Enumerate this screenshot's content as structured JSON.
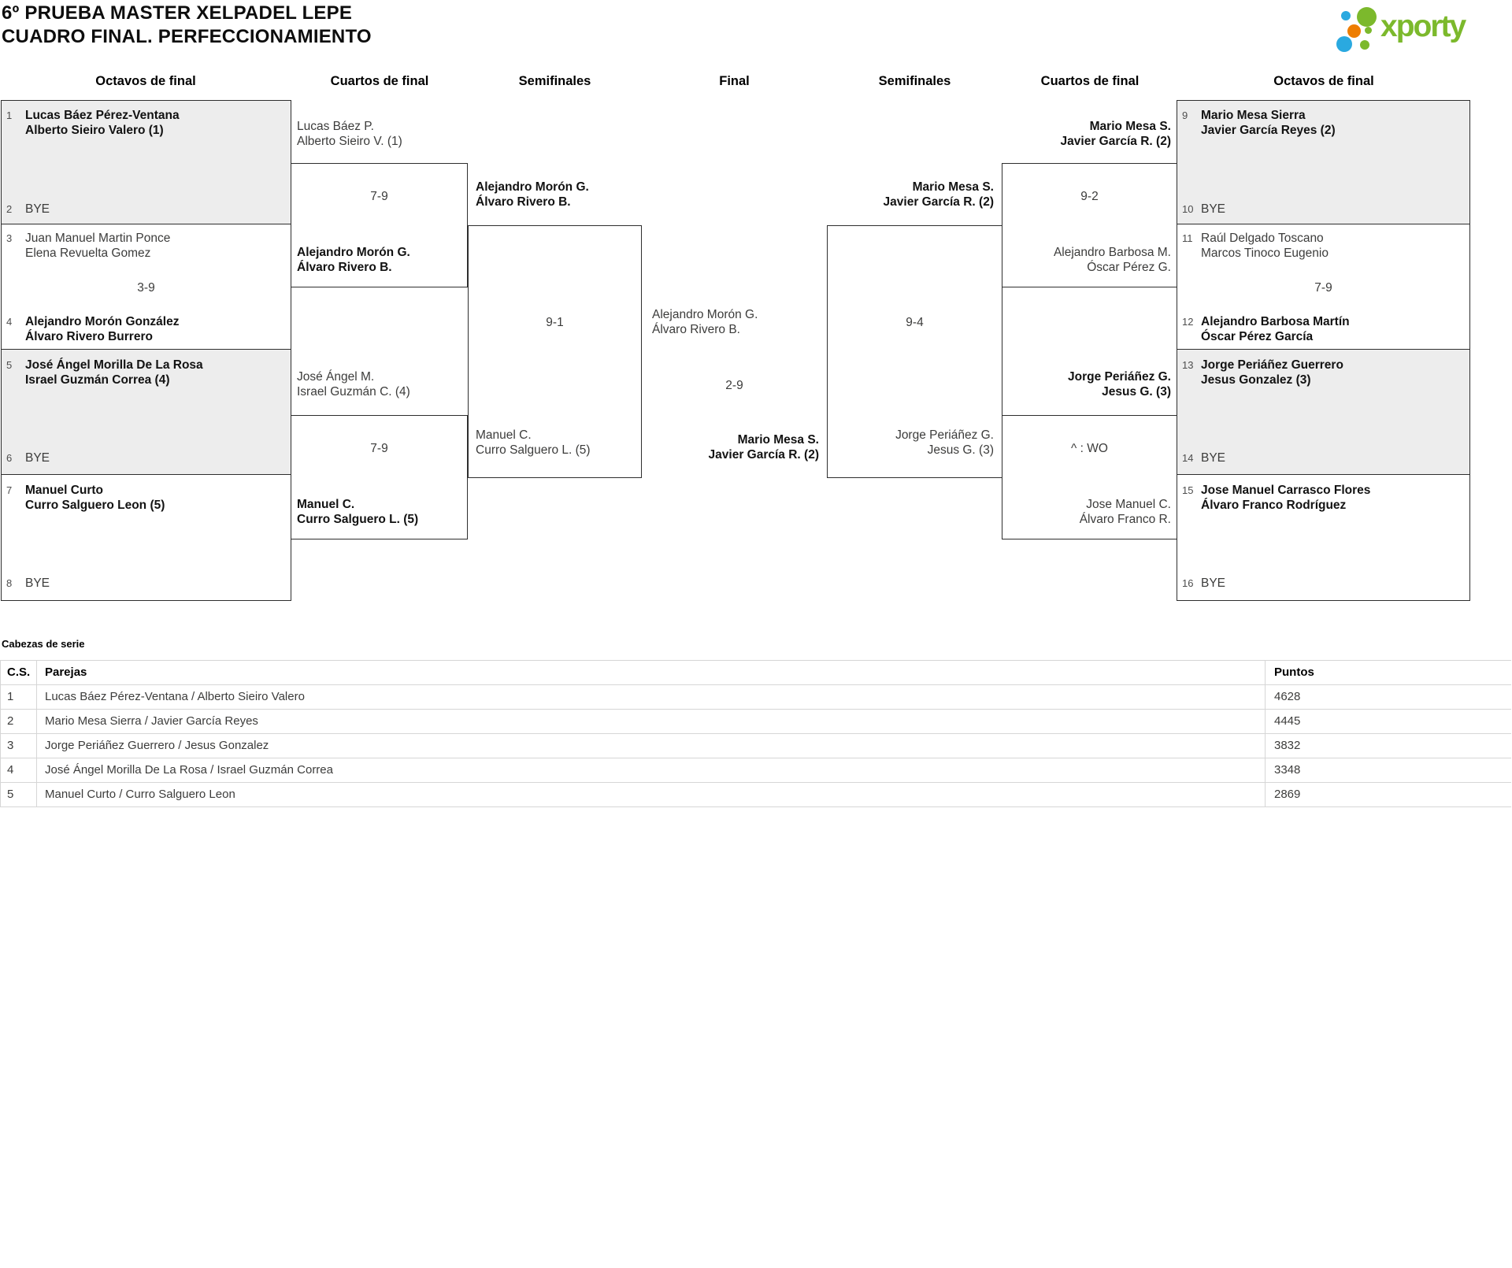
{
  "title": {
    "line1": "6º PRUEBA MASTER XELPADEL LEPE",
    "line2": "CUADRO FINAL. PERFECCIONAMIENTO"
  },
  "logo": {
    "brand": "xporty",
    "colors": {
      "green": "#7cb92c",
      "blue": "#2aa9e0",
      "orange": "#ee7d00"
    }
  },
  "rounds": [
    "Octavos de final",
    "Cuartos de final",
    "Semifinales",
    "Final",
    "Semifinales",
    "Cuartos de final",
    "Octavos de final"
  ],
  "entries": {
    "e1": {
      "num": "1",
      "l1": "Lucas Báez Pérez-Ventana",
      "l2": "Alberto Sieiro Valero (1)"
    },
    "e2": {
      "num": "2",
      "l1": "BYE"
    },
    "e3": {
      "num": "3",
      "l1": "Juan Manuel Martin Ponce",
      "l2": "Elena Revuelta Gomez"
    },
    "e4": {
      "num": "4",
      "l1": "Alejandro Morón González",
      "l2": "Álvaro Rivero Burrero"
    },
    "e5": {
      "num": "5",
      "l1": "José Ángel Morilla De La Rosa",
      "l2": "Israel Guzmán Correa (4)"
    },
    "e6": {
      "num": "6",
      "l1": "BYE"
    },
    "e7": {
      "num": "7",
      "l1": "Manuel Curto",
      "l2": "Curro Salguero Leon (5)"
    },
    "e8": {
      "num": "8",
      "l1": "BYE"
    },
    "e9": {
      "num": "9",
      "l1": "Mario Mesa Sierra",
      "l2": "Javier García Reyes (2)"
    },
    "e10": {
      "num": "10",
      "l1": "BYE"
    },
    "e11": {
      "num": "11",
      "l1": "Raúl Delgado Toscano",
      "l2": "Marcos Tinoco Eugenio"
    },
    "e12": {
      "num": "12",
      "l1": "Alejandro Barbosa Martín",
      "l2": "Óscar Pérez García"
    },
    "e13": {
      "num": "13",
      "l1": "Jorge Periáñez Guerrero",
      "l2": "Jesus Gonzalez (3)"
    },
    "e14": {
      "num": "14",
      "l1": "BYE"
    },
    "e15": {
      "num": "15",
      "l1": "Jose Manuel Carrasco Flores",
      "l2": "Álvaro Franco Rodríguez"
    },
    "e16": {
      "num": "16",
      "l1": "BYE"
    }
  },
  "oct_scores": {
    "left": "3-9",
    "right": "7-9"
  },
  "matches": {
    "qf_left_top": {
      "p1l1": "Lucas Báez P.",
      "p1l2": "Alberto Sieiro V. (1)",
      "score": "7-9",
      "p2l1": "Alejandro Morón G.",
      "p2l2": "Álvaro Rivero B."
    },
    "qf_left_bottom": {
      "p1l1": "José Ángel M.",
      "p1l2": "Israel Guzmán C. (4)",
      "score": "7-9",
      "p2l1": "Manuel C.",
      "p2l2": "Curro Salguero L. (5)"
    },
    "qf_right_top": {
      "p1l1": "Mario Mesa S.",
      "p1l2": "Javier García R. (2)",
      "score": "9-2",
      "p2l1": "Alejandro Barbosa M.",
      "p2l2": "Óscar Pérez G."
    },
    "qf_right_bottom": {
      "p1l1": "Jorge Periáñez G.",
      "p1l2": "Jesus G. (3)",
      "score": "^ : WO",
      "p2l1": "Jose Manuel C.",
      "p2l2": "Álvaro Franco R."
    },
    "sf_left": {
      "p1l1": "Alejandro Morón G.",
      "p1l2": "Álvaro Rivero B.",
      "score": "9-1",
      "p2l1": "Manuel C.",
      "p2l2": "Curro Salguero L. (5)"
    },
    "sf_right": {
      "p1l1": "Mario Mesa S.",
      "p1l2": "Javier García R. (2)",
      "score": "9-4",
      "p2l1": "Jorge Periáñez G.",
      "p2l2": "Jesus G. (3)"
    },
    "final": {
      "p1l1": "Alejandro Morón G.",
      "p1l2": "Álvaro Rivero B.",
      "score": "2-9",
      "p2l1": "Mario Mesa S.",
      "p2l2": "Javier García R. (2)"
    }
  },
  "seeding": {
    "label": "Cabezas de serie",
    "headers": {
      "cs": "C.S.",
      "parejas": "Parejas",
      "puntos": "Puntos"
    },
    "rows": [
      {
        "cs": "1",
        "pareja": "Lucas Báez Pérez-Ventana / Alberto Sieiro Valero",
        "puntos": "4628"
      },
      {
        "cs": "2",
        "pareja": "Mario Mesa Sierra / Javier García Reyes",
        "puntos": "4445"
      },
      {
        "cs": "3",
        "pareja": "Jorge Periáñez Guerrero / Jesus Gonzalez",
        "puntos": "3832"
      },
      {
        "cs": "4",
        "pareja": "José Ángel Morilla De La Rosa / Israel Guzmán Correa",
        "puntos": "3348"
      },
      {
        "cs": "5",
        "pareja": "Manuel Curto / Curro Salguero Leon",
        "puntos": "2869"
      }
    ]
  }
}
